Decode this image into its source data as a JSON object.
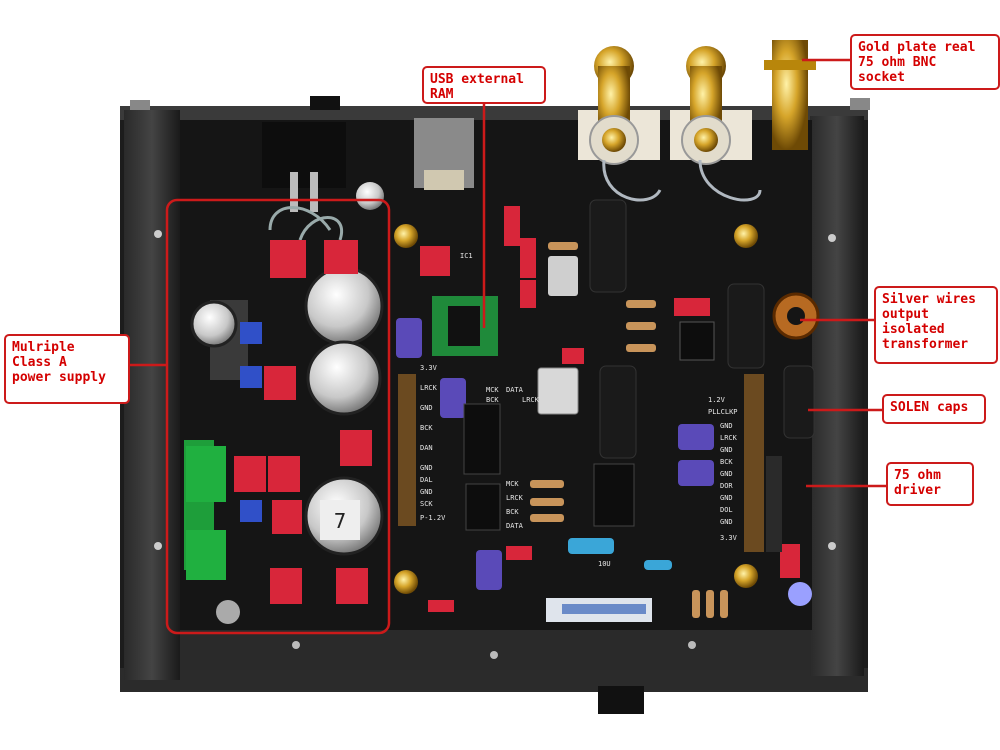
{
  "callouts": {
    "usb_ram": {
      "line1": "USB external",
      "line2": "RAM"
    },
    "bnc": {
      "line1": "Gold plate real",
      "line2": "75 ohm BNC",
      "line3": "socket"
    },
    "power_supply": {
      "line1": "Mulriple",
      "line2": "Class A",
      "line3": "power supply"
    },
    "silver_wires": {
      "line1": "Silver wires",
      "line2": "output",
      "line3": "isolated",
      "line4": "transformer"
    },
    "solen": {
      "line1": "SOLEN caps"
    },
    "driver": {
      "line1": "75 ohm",
      "line2": "driver"
    }
  },
  "board_labels": {
    "ic1": "IC1",
    "row1": [
      "3.3V",
      "LRCK",
      "GND",
      "BCK",
      "DAN"
    ],
    "row2": [
      "GND",
      "DAL",
      "GND",
      "SCK",
      "P-1.2V"
    ],
    "mid": [
      "MCK",
      "BCK",
      "DATA",
      "LRCK"
    ],
    "mid2": [
      "MCK",
      "LRCK",
      "BCK",
      "DATA"
    ],
    "right": [
      "1.2V",
      "PLLCLKP",
      "GND",
      "LRCK",
      "GND",
      "BCK",
      "GND",
      "DOR",
      "GND",
      "DOL",
      "GND",
      "3.3V"
    ],
    "cap_label": "7",
    "cap_10u": "10U"
  },
  "colors": {
    "accent": "#cc1a1a",
    "text": "#d40000",
    "pcb": "#151515",
    "chassis": "#1f1f1f"
  }
}
